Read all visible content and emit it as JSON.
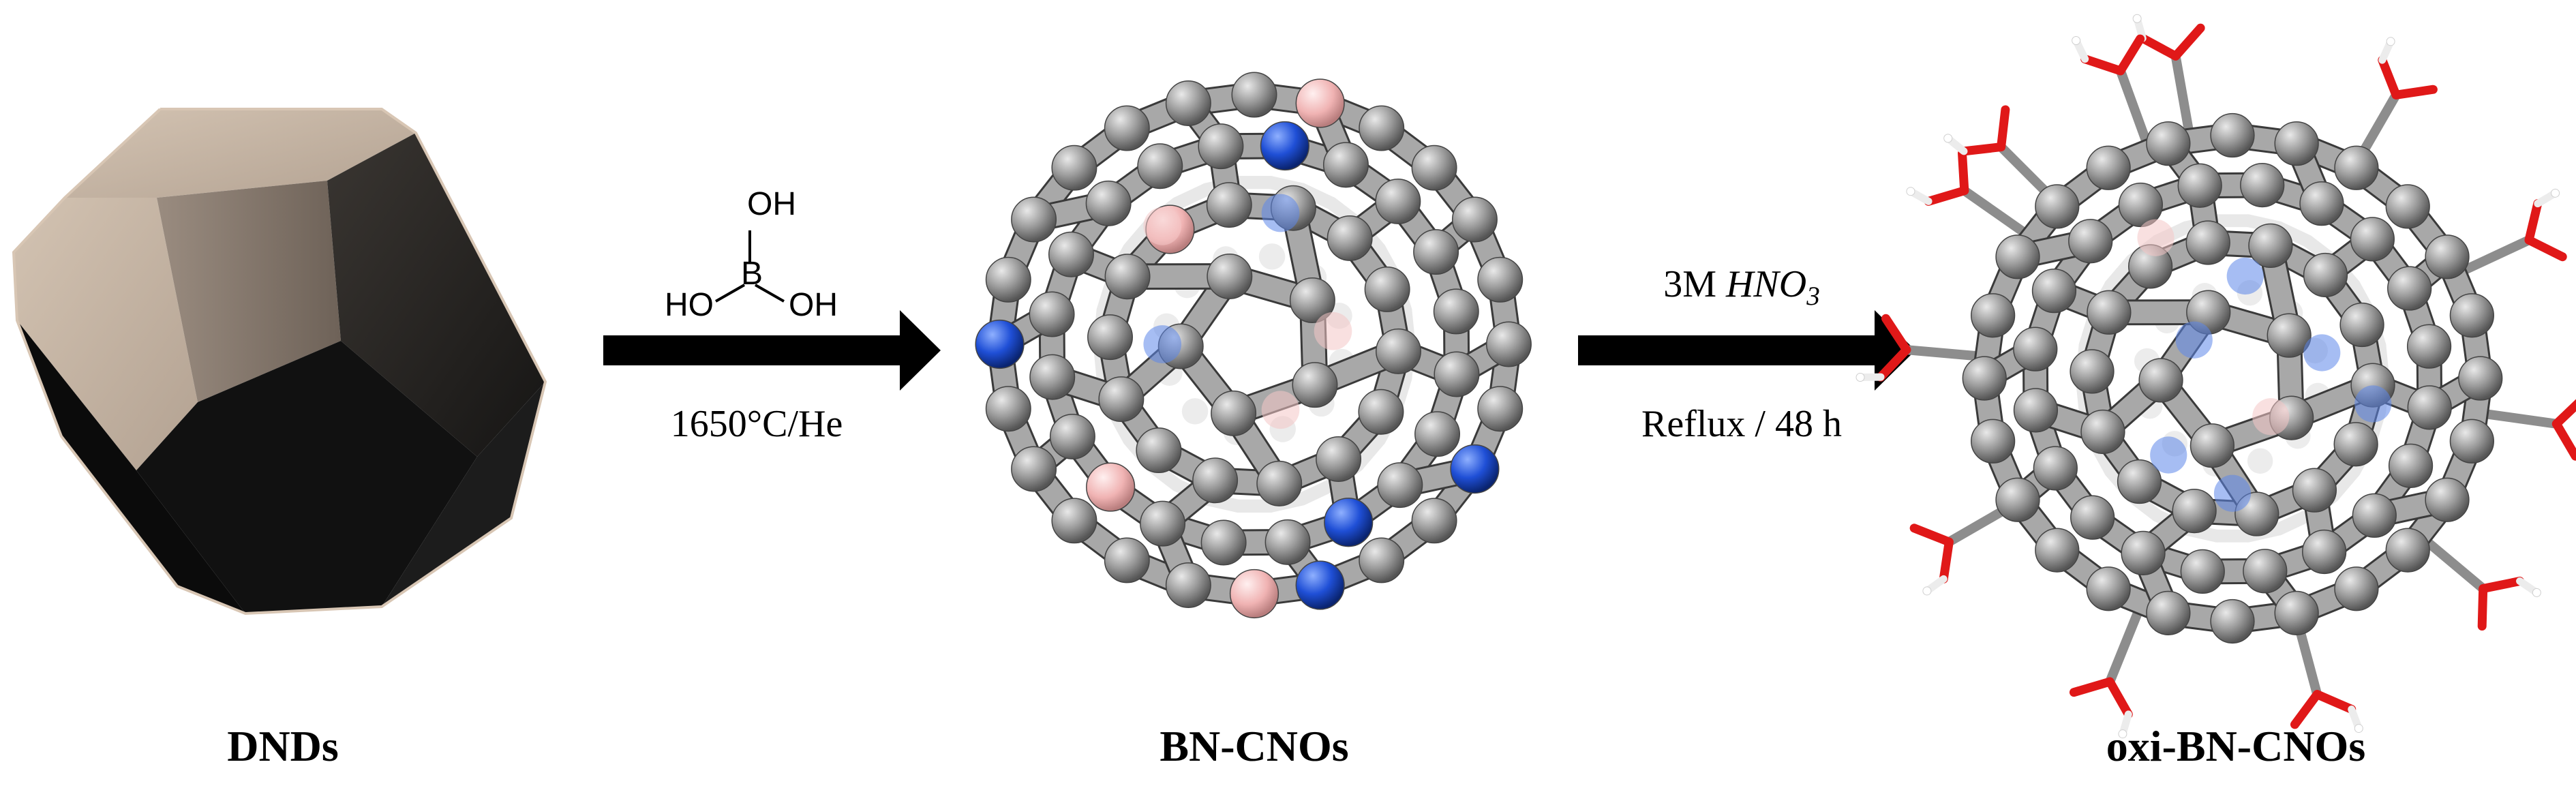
{
  "species": [
    {
      "id": "dnd",
      "label": "DNDs"
    },
    {
      "id": "bncno",
      "label": "BN-CNOs"
    },
    {
      "id": "oxi",
      "label": "oxi-BN-CNOs"
    }
  ],
  "step1": {
    "reagent": {
      "oh_top": "OH",
      "b": "B",
      "oh_left": "HO",
      "oh_right": "OH"
    },
    "condition": "1650°C/He"
  },
  "step2": {
    "acid_prefix": "3M ",
    "acid_formula": "HNO",
    "acid_subscript": "3",
    "condition": "Reflux / 48 h"
  },
  "colors": {
    "carbon": "#9a9a9a",
    "boron": "#f0b3b3",
    "nitrogen": "#1f4fd6",
    "oxygen": "#e01818",
    "hydrogen": "#f2f2f2",
    "arrow": "#000000",
    "dnd_light_face": "#c8b8a8",
    "dnd_dark_face": "#161616"
  }
}
